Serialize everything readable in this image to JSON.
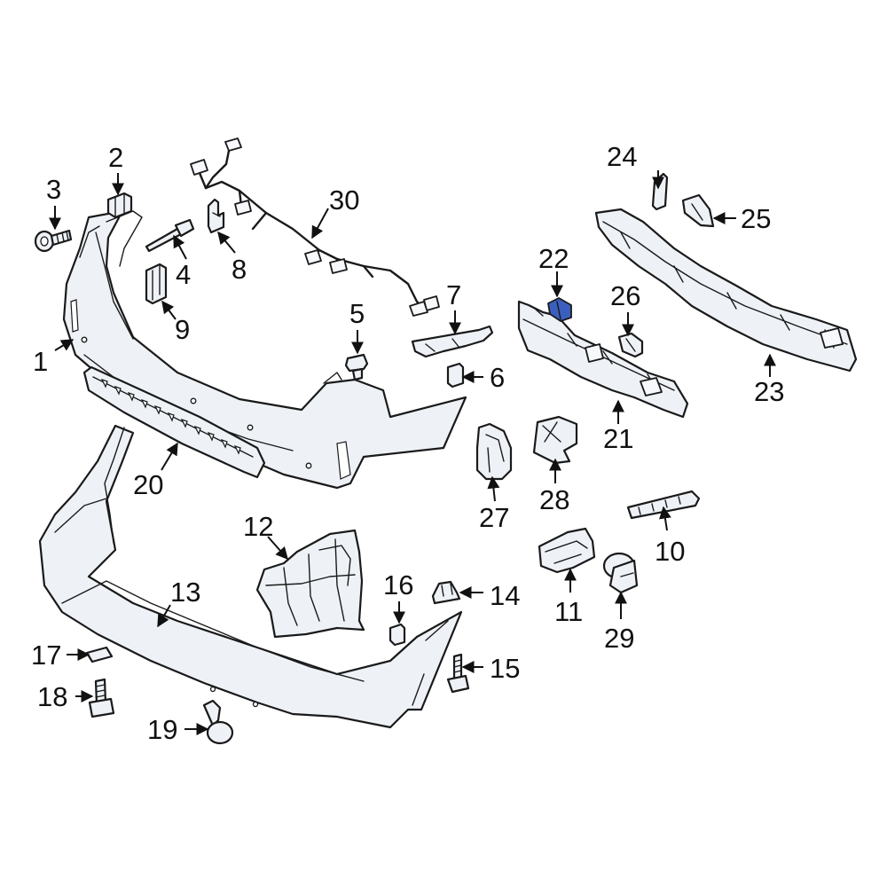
{
  "callouts": {
    "c1": "1",
    "c2": "2",
    "c3": "3",
    "c4": "4",
    "c5": "5",
    "c6": "6",
    "c7": "7",
    "c8": "8",
    "c9": "9",
    "c10": "10",
    "c11": "11",
    "c12": "12",
    "c13": "13",
    "c14": "14",
    "c15": "15",
    "c16": "16",
    "c17": "17",
    "c18": "18",
    "c19": "19",
    "c20": "20",
    "c21": "21",
    "c22": "22",
    "c23": "23",
    "c24": "24",
    "c25": "25",
    "c26": "26",
    "c27": "27",
    "c28": "28",
    "c29": "29",
    "c30": "30"
  },
  "highlighted_part": "22",
  "colors": {
    "highlight": "#3b5fbf",
    "line": "#1a1a1a",
    "part_fill": "#eef2f7"
  }
}
